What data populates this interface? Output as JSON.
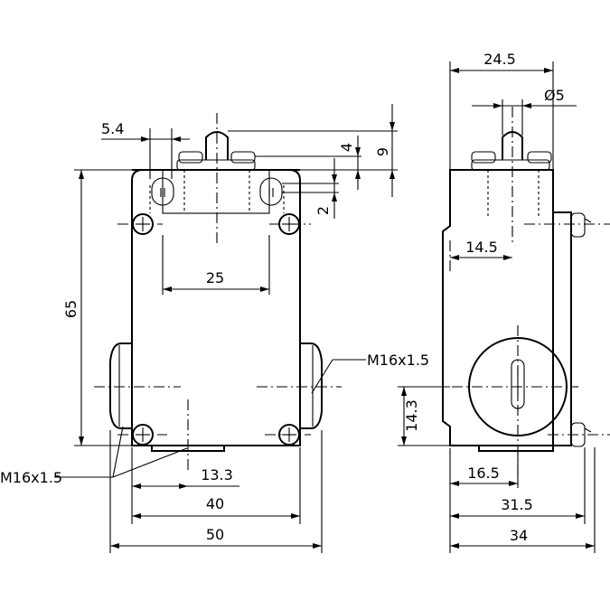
{
  "front_view": {
    "dims": {
      "d_5_4": "5.4",
      "d_4": "4",
      "d_9": "9",
      "d_2": "2",
      "d_65": "65",
      "d_25": "25",
      "d_13_3": "13.3",
      "d_40": "40",
      "d_50": "50"
    },
    "thread_right": "M16x1.5",
    "thread_left": "M16x1.5"
  },
  "side_view": {
    "dims": {
      "d_24_5": "24.5",
      "d_dia5": "Ø5",
      "d_14_5": "14.5",
      "d_14_3": "14.3",
      "d_16_5": "16.5",
      "d_31_5": "31.5",
      "d_34": "34"
    }
  }
}
